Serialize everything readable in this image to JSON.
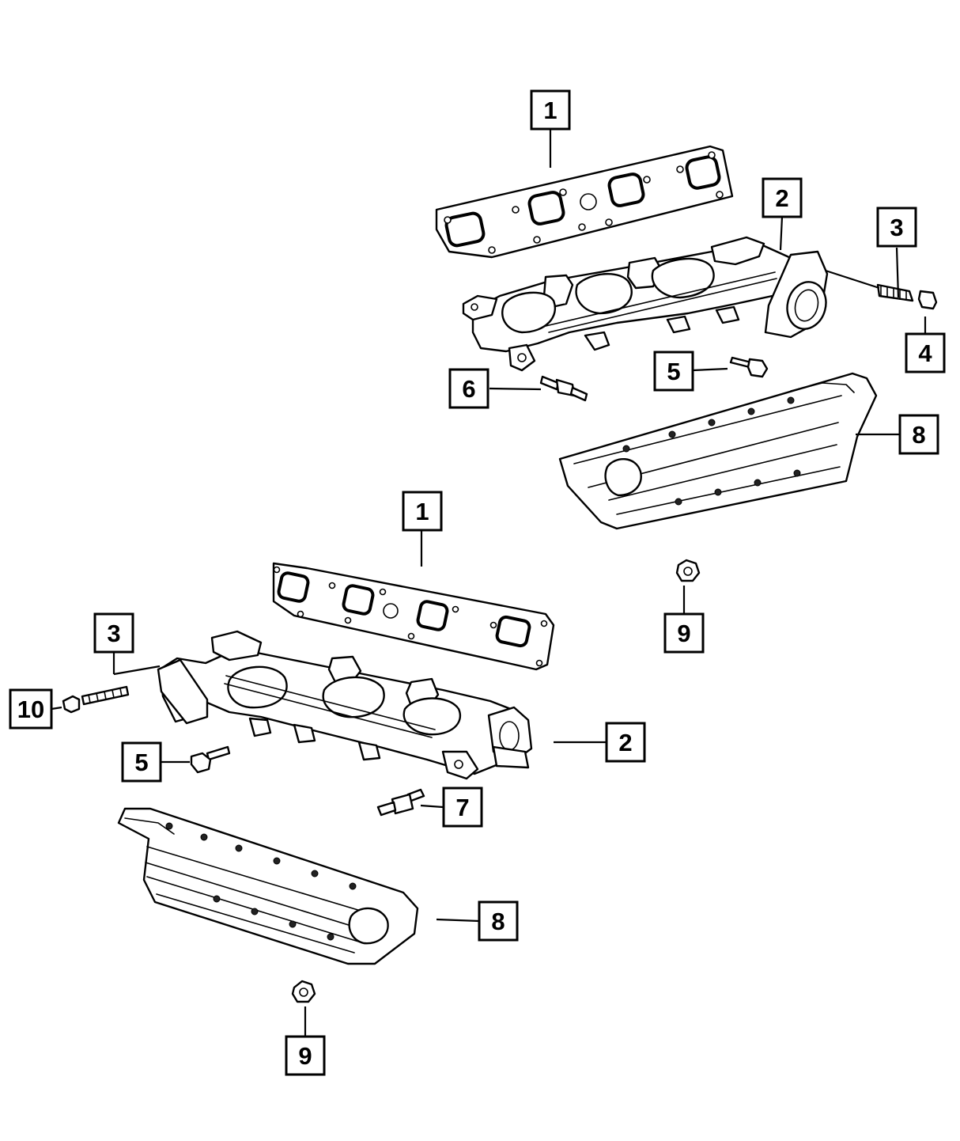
{
  "callouts": {
    "top": {
      "gasket": "1",
      "manifold": "2",
      "stud": "3",
      "nut": "4",
      "bolt": "5",
      "sensor_stud": "6",
      "heat_shield": "8",
      "shield_nut": "9"
    },
    "bottom": {
      "gasket": "1",
      "manifold": "2",
      "stud": "3",
      "bolt": "5",
      "sensor_stud": "7",
      "heat_shield": "8",
      "shield_nut": "9",
      "stud_nut": "10"
    }
  }
}
